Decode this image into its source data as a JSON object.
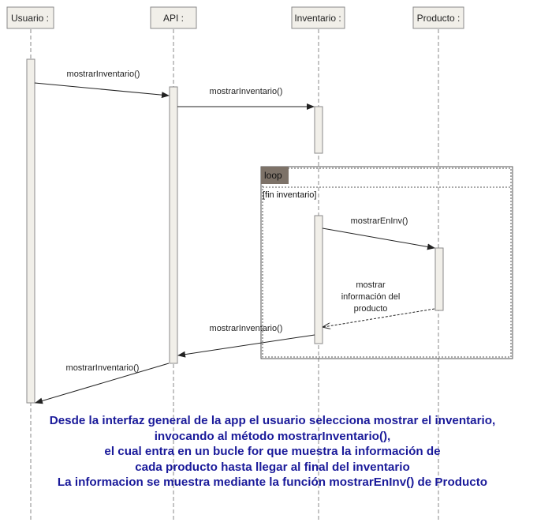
{
  "participants": [
    "Usuario :",
    "API :",
    "Inventario :",
    "Producto :"
  ],
  "messages": [
    {
      "label": "mostrarInventario()"
    },
    {
      "label": "mostrarInventario()"
    },
    {
      "label": "mostrarEnInv()"
    },
    {
      "label_lines": [
        "mostrar",
        "información del",
        "producto"
      ]
    },
    {
      "label": "mostrarInventario()"
    },
    {
      "label": "mostrarInventario()"
    }
  ],
  "fragment": {
    "operator": "loop",
    "guard": "[fin inventario]"
  },
  "caption": [
    "Desde la interfaz general de la app el usuario selecciona mostrar el inventario,",
    "invocando al método mostrarInventario(),",
    "el cual entra en un bucle for que muestra la información de",
    "cada producto hasta llegar al final del inventario",
    "La informacion se muestra mediante la función mostrarEnInv() de Producto"
  ],
  "colors": {
    "participant_fill": "#f1efe9",
    "participant_border": "#8a8a8a",
    "activation_fill": "#f1efe9",
    "fragment_tab_fill": "#7d7268",
    "caption": "#1a1a9a"
  }
}
